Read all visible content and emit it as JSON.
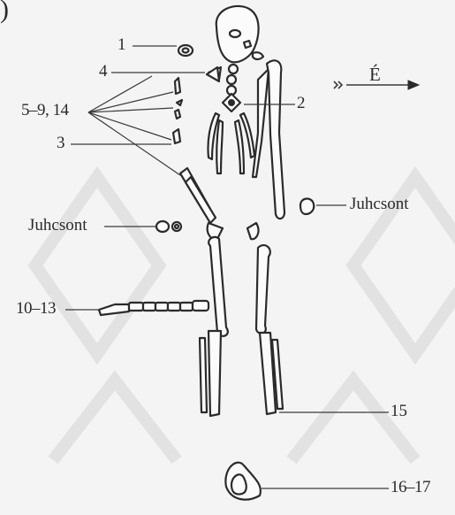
{
  "labels": {
    "corner_mark": ")",
    "l1": "1",
    "l2": "2",
    "l3": "3",
    "l4": "4",
    "l5_9_14": "5–9, 14",
    "l10_13": "10–13",
    "l15": "15",
    "l16_17": "16–17",
    "juhcsont_left": "Juhcsont",
    "juhcsont_right": "Juhcsont",
    "north": "É"
  },
  "colors": {
    "ink": "#2b2b2b",
    "paper": "#f4f4f4"
  }
}
